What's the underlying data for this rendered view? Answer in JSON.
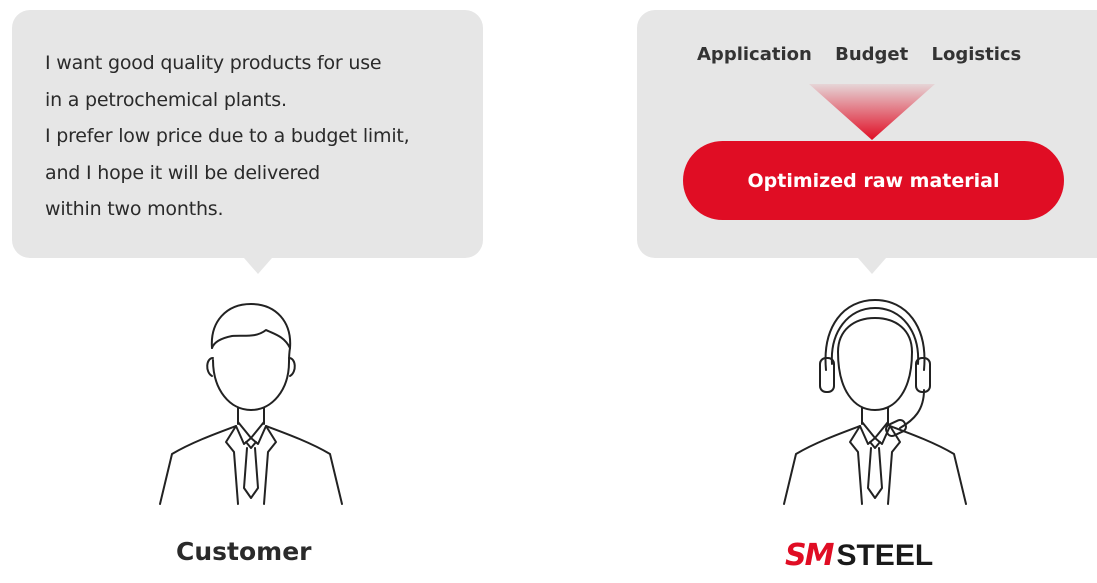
{
  "customer": {
    "speech_lines": [
      "I want good quality products for use",
      "in a petrochemical plants.",
      "I prefer low price due to a budget limit,",
      "and I hope it will be delivered",
      "within two months."
    ],
    "label": "Customer"
  },
  "supplier": {
    "factors": [
      "Application",
      "Budget",
      "Logistics"
    ],
    "result": "Optimized raw material",
    "brand": {
      "mark": "SM",
      "name": "STEEL"
    }
  },
  "colors": {
    "accent": "#e00d24",
    "bubble": "#e6e6e6",
    "text": "#2a2a2a"
  },
  "icons": {
    "customer": "businessman-icon",
    "supplier": "headset-agent-icon",
    "arrow": "down-arrow-icon"
  }
}
